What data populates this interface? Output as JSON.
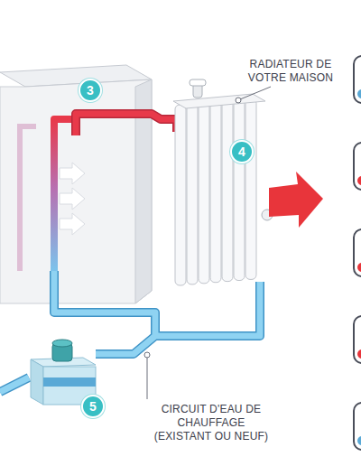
{
  "diagram": {
    "nodes": [
      {
        "text": [
          "3"
        ]
      },
      {
        "text": [
          "4"
        ]
      },
      {
        "text": [
          "5"
        ]
      }
    ],
    "labels": [
      "RADIATEUR DE VOTRE MAISON",
      "CIRCUIT D'EAU DE CHAUFFAGE (EXISTANT OU NEUF)"
    ]
  }
}
